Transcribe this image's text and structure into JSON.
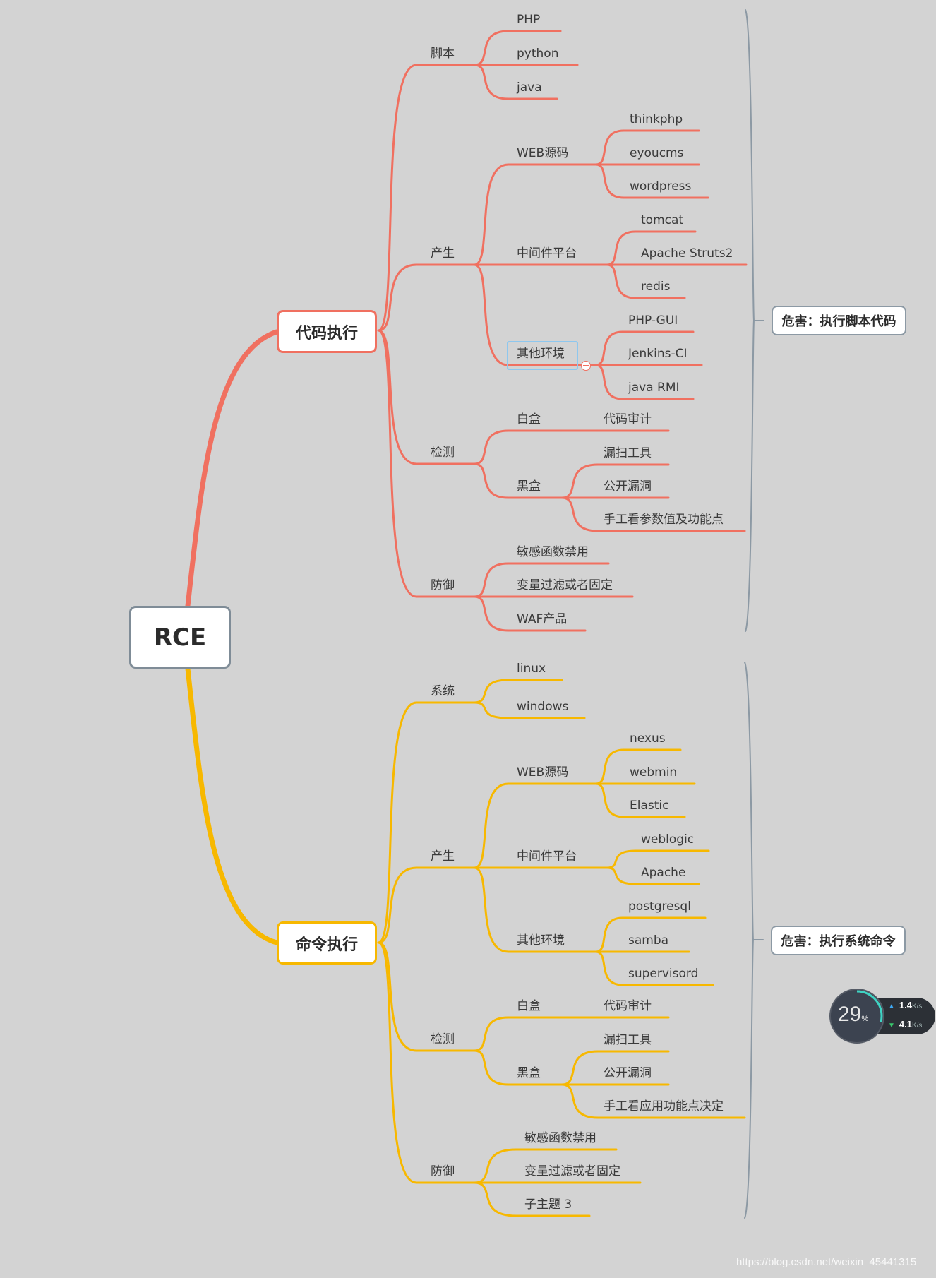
{
  "root": "RCE",
  "colors": {
    "code": "#f07060",
    "cmd": "#f7b800",
    "bracket": "#8c99a4",
    "background": "#d3d3d3"
  },
  "branches": [
    {
      "title": "代码执行",
      "summary": "危害：执行脚本代码",
      "children": [
        {
          "label": "脚本",
          "children": [
            "PHP",
            "python",
            "java"
          ]
        },
        {
          "label": "产生",
          "children": [
            {
              "label": "WEB源码",
              "children": [
                "thinkphp",
                "eyoucms",
                "wordpress"
              ]
            },
            {
              "label": "中间件平台",
              "children": [
                "tomcat",
                "Apache Struts2",
                "redis"
              ]
            },
            {
              "label": "其他环境",
              "children": [
                "PHP-GUI",
                "Jenkins-CI",
                "java RMI"
              ]
            }
          ]
        },
        {
          "label": "检测",
          "children": [
            {
              "label": "白盒",
              "children": [
                "代码审计"
              ]
            },
            {
              "label": "黑盒",
              "children": [
                "漏扫工具",
                "公开漏洞",
                "手工看参数值及功能点"
              ]
            }
          ]
        },
        {
          "label": "防御",
          "children": [
            "敏感函数禁用",
            "变量过滤或者固定",
            "WAF产品"
          ]
        }
      ]
    },
    {
      "title": "命令执行",
      "summary": "危害：执行系统命令",
      "children": [
        {
          "label": "系统",
          "children": [
            "linux",
            "windows"
          ]
        },
        {
          "label": "产生",
          "children": [
            {
              "label": "WEB源码",
              "children": [
                "nexus",
                "webmin",
                "Elastic"
              ]
            },
            {
              "label": "中间件平台",
              "children": [
                "weblogic",
                "Apache"
              ]
            },
            {
              "label": "其他环境",
              "children": [
                "postgresql",
                "samba",
                "supervisord"
              ]
            }
          ]
        },
        {
          "label": "检测",
          "children": [
            {
              "label": "白盒",
              "children": [
                "代码审计"
              ]
            },
            {
              "label": "黑盒",
              "children": [
                "漏扫工具",
                "公开漏洞",
                "手工看应用功能点决定"
              ]
            }
          ]
        },
        {
          "label": "防御",
          "children": [
            "敏感函数禁用",
            "变量过滤或者固定",
            "子主题 3"
          ]
        }
      ]
    }
  ],
  "speed_widget": {
    "percent": "29",
    "percent_unit": "%",
    "upload": "1.4",
    "download": "4.1",
    "unit": "K/s",
    "fraction": 0.29
  },
  "watermark": "https://blog.csdn.net/weixin_45441315"
}
